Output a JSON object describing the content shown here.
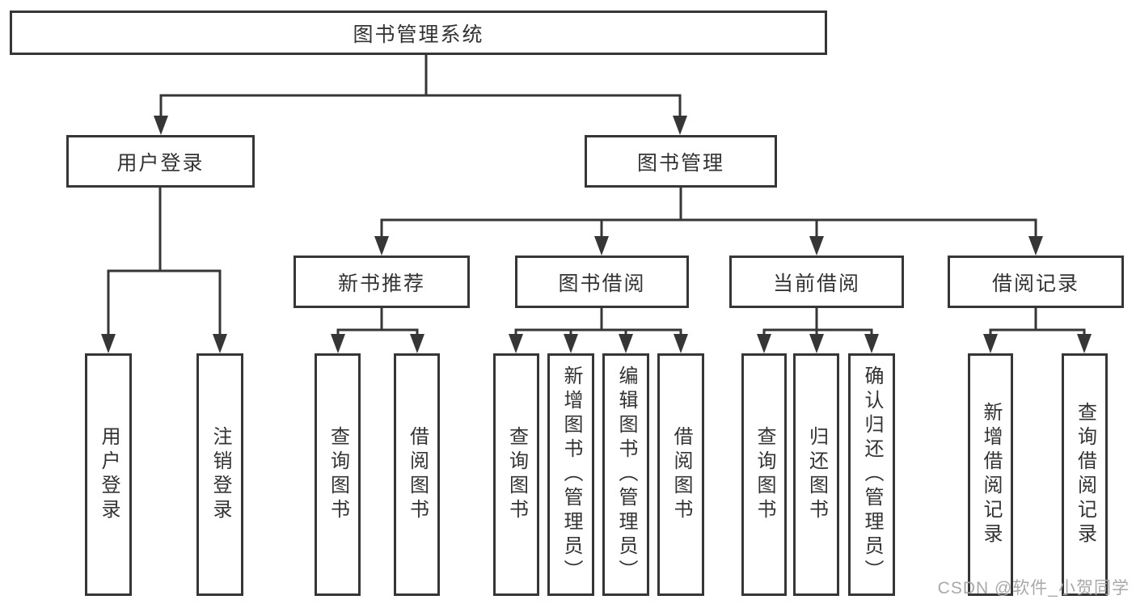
{
  "diagram": {
    "root": {
      "label": "图书管理系统"
    },
    "branches": {
      "user_login": {
        "label": "用户登录"
      },
      "book_mgmt": {
        "label": "图书管理"
      }
    },
    "modules": {
      "new_book_rec": {
        "label": "新书推荐"
      },
      "book_borrow": {
        "label": "图书借阅"
      },
      "current_borrow": {
        "label": "当前借阅"
      },
      "borrow_records": {
        "label": "借阅记录"
      }
    },
    "leaves": {
      "login_group": [
        "用户登录",
        "注销登录"
      ],
      "new_book_group": [
        "查询图书",
        "借阅图书"
      ],
      "borrow_group": [
        "查询图书",
        "新增图书（管理员）",
        "编辑图书（管理员）",
        "借阅图书"
      ],
      "current_group": [
        "查询图书",
        "归还图书",
        "确认归还（管理员）"
      ],
      "records_group": [
        "新增借阅记录",
        "查询借阅记录"
      ]
    }
  },
  "watermark": {
    "text": "CSDN @软件_小贺同学"
  },
  "colors": {
    "line": "#363636",
    "box_border": "#363636",
    "text": "#333333",
    "watermark": "#a9a9a9",
    "background": "#ffffff"
  }
}
